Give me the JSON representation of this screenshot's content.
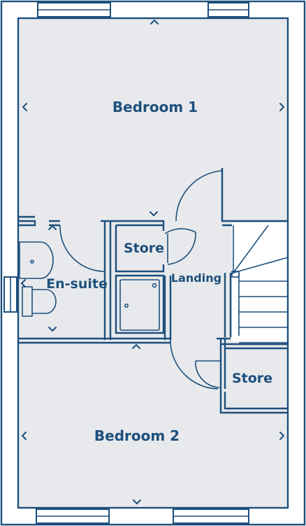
{
  "plan": {
    "rooms": {
      "bedroom1": "Bedroom 1",
      "bedroom2": "Bedroom 2",
      "ensuite": "En-suite",
      "store_upper": "Store",
      "store_lower": "Store",
      "landing": "Landing"
    },
    "colors": {
      "line": "#1d4f7c",
      "floor": "#e8e9ec",
      "background": "#ffffff"
    }
  }
}
